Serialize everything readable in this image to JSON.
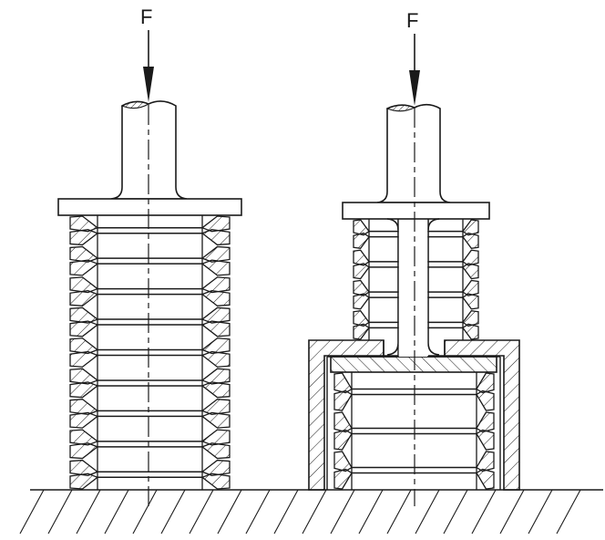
{
  "figure": {
    "type": "technical-section-drawing",
    "subject": "Disc spring stacks under axial load",
    "left_assembly": {
      "force_label": "F",
      "spring_rows": 9,
      "guide": "none"
    },
    "right_assembly": {
      "force_label": "F",
      "upper_spring_rows": 4,
      "lower_spring_rows": 3,
      "guide": "cup housing"
    },
    "ground": "hatched base"
  },
  "colors": {
    "line": "#1a1a1a",
    "background": "#ffffff"
  }
}
